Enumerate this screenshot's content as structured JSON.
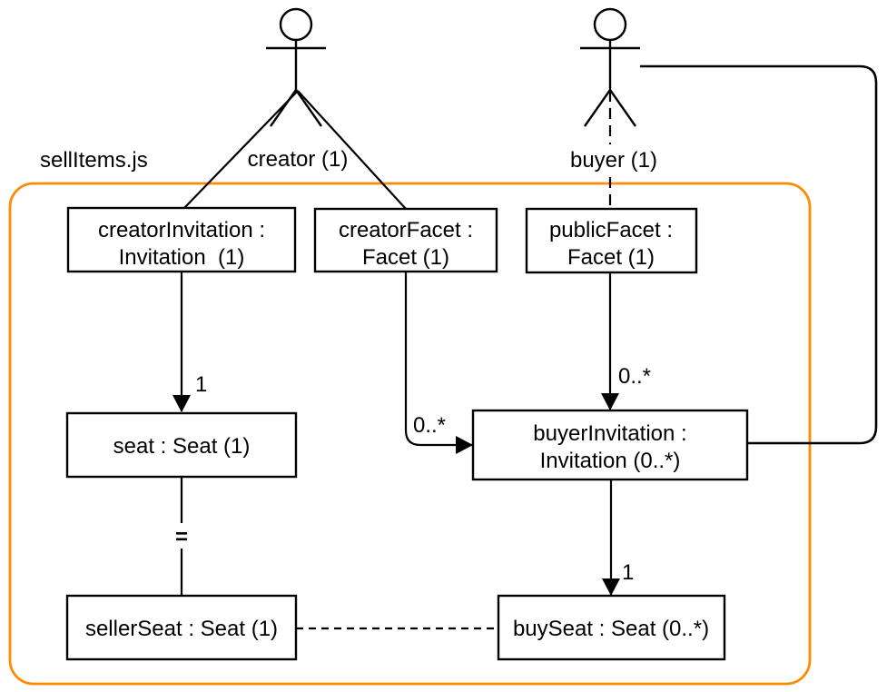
{
  "diagram": {
    "type": "uml-object-diagram",
    "colors": {
      "frame_stroke": "#FF8C00",
      "line": "#000000",
      "node_fill": "#FFFFFF",
      "text": "#000000",
      "background": "#FFFFFF"
    },
    "frame": {
      "label": "sellItems.js"
    },
    "actors": {
      "creator": {
        "label": "creator (1)",
        "icon": "stick-figure-actor-icon"
      },
      "buyer": {
        "label": "buyer (1)",
        "icon": "stick-figure-actor-icon"
      }
    },
    "nodes": {
      "creatorInvitation": {
        "line1": "creatorInvitation :",
        "line2": "Invitation  (1)"
      },
      "creatorFacet": {
        "line1": "creatorFacet :",
        "line2": "Facet (1)"
      },
      "publicFacet": {
        "line1": "publicFacet :",
        "line2": "Facet (1)"
      },
      "seat": {
        "label": "seat : Seat (1)"
      },
      "buyerInvitation": {
        "line1": "buyerInvitation :",
        "line2": "Invitation (0..*)"
      },
      "sellerSeat": {
        "label": "sellerSeat : Seat (1)"
      },
      "buySeat": {
        "label": "buySeat : Seat (0..*)"
      }
    },
    "edge_labels": {
      "creatorInvitation_to_seat": "1",
      "creatorFacet_to_buyerInvitation": "0..*",
      "publicFacet_to_buyerInvitation": "0..*",
      "buyerInvitation_to_buySeat": "1",
      "seat_equals_sellerSeat": "="
    }
  }
}
